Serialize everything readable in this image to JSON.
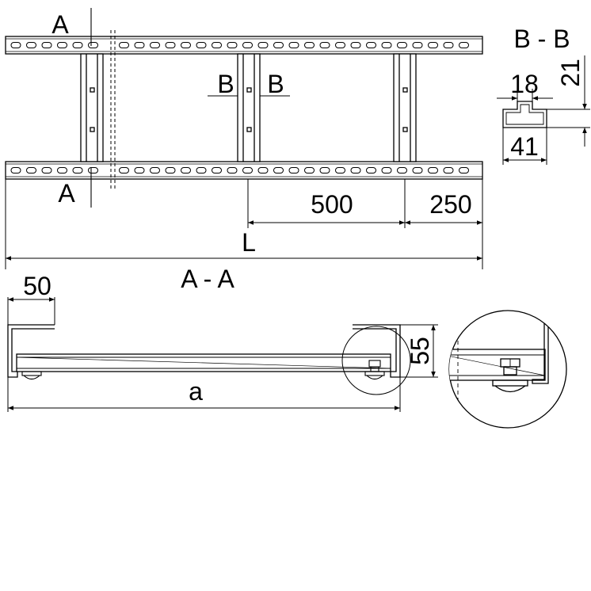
{
  "labels": {
    "section_a_top": "A",
    "section_a_bottom": "A",
    "section_b_left": "B",
    "section_b_right": "B",
    "section_bb_title": "B - B",
    "section_aa_title": "A - A",
    "dim_18": "18",
    "dim_21": "21",
    "dim_41": "41",
    "dim_500": "500",
    "dim_250": "250",
    "dim_L": "L",
    "dim_50": "50",
    "dim_55": "55",
    "dim_a": "a"
  },
  "colors": {
    "line": "#000000",
    "paper": "#ffffff"
  }
}
